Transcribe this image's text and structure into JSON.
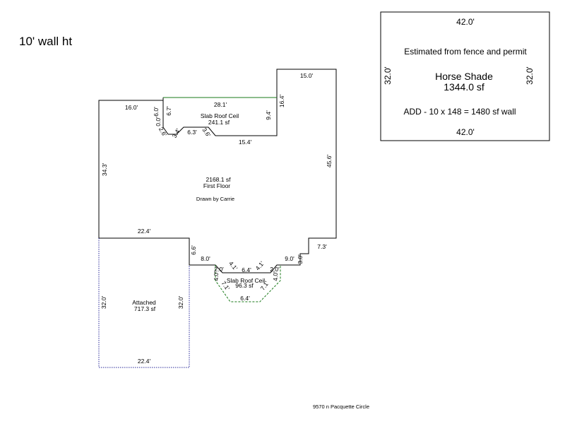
{
  "title": "10' wall ht",
  "address": "9570 n Pacquette Circle",
  "horse_shade": {
    "top_dim": "42.0'",
    "bottom_dim": "42.0'",
    "left_dim": "32.0'",
    "right_dim": "32.0'",
    "note": "Estimated from fence and permit",
    "name": "Horse Shade",
    "area": "1344.0 sf",
    "add_note": "ADD - 10 x 148 = 1480 sf wall"
  },
  "first_floor": {
    "area": "2168.1 sf",
    "name": "First Floor",
    "credit": "Drawn by Carrie"
  },
  "slab_top": {
    "name": "Slab Roof Ceil",
    "area": "241.1 sf"
  },
  "slab_bottom": {
    "name": "Slab Roof Ceil",
    "area": "96.3 sf"
  },
  "attached": {
    "name": "Attached",
    "area": "717.3 sf"
  },
  "dims": {
    "top_left": "16.0'",
    "top_green": "28.1'",
    "right_top": "15.0'",
    "notch_v1": "6.7'",
    "notch_v2": "6.0'",
    "notch_v3": "0.0'",
    "notch_d1": "2.6'",
    "notch_d2": "3.4'",
    "notch_mid": "6.3'",
    "notch_d3": "3.6'",
    "slab_bottom_edge": "15.4'",
    "inner_vertical": "9.4'",
    "right_upper": "16.4'",
    "right_side": "45.6'",
    "left_side": "34.3'",
    "mid_width": "22.4'",
    "step_right": "7.3'",
    "step_down": "3.0'",
    "bottom_right_run": "9.0'",
    "garage_right_v": "6.6'",
    "bottom_left_run": "8.0'",
    "bay_l1": "2.0'",
    "bay_l2": "4.0'",
    "bay_ld": "4.1'",
    "bay_mid": "6.4'",
    "bay_rd": "4.1'",
    "bay_r1": "2.0'",
    "bay_r2": "4.0'",
    "bay_ld2": "7.1'",
    "bay_rd2": "7.1'",
    "bay_bottom": "6.4'",
    "garage_left": "32.0'",
    "garage_right": "32.0'",
    "garage_bottom": "22.4'"
  }
}
